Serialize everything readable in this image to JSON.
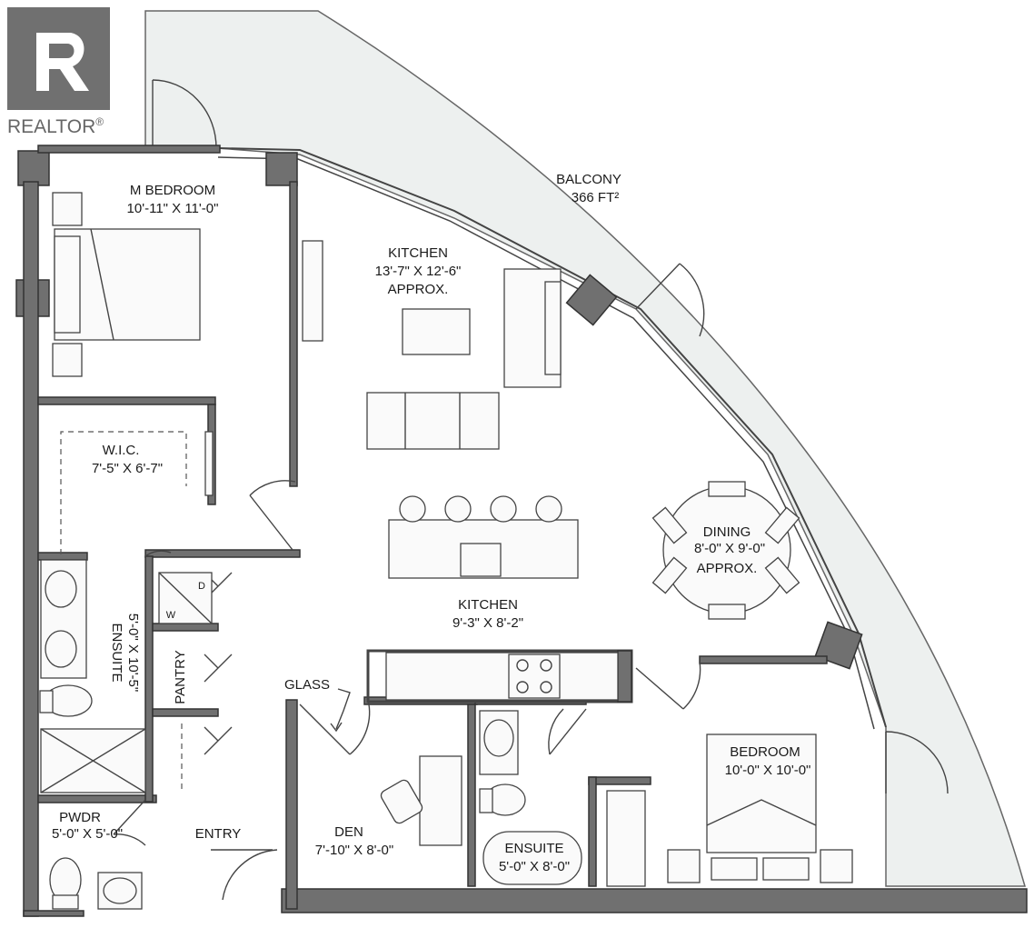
{
  "logo": {
    "brand": "REALTOR",
    "mark": "®"
  },
  "balcony": {
    "name": "BALCONY",
    "area": "366 FT²"
  },
  "rooms": {
    "m_bedroom": {
      "name": "M BEDROOM",
      "dims": "10'-11\" X 11'-0\""
    },
    "living": {
      "name": "KITCHEN",
      "dims": "13'-7\" X 12'-6\"",
      "note": "APPROX."
    },
    "wic": {
      "name": "W.I.C.",
      "dims": "7'-5\" X 6'-7\""
    },
    "dining": {
      "name": "DINING",
      "dims": "8'-0\" X 9'-0\"",
      "note": "APPROX."
    },
    "kitchen": {
      "name": "KITCHEN",
      "dims": "9'-3\" X 8'-2\""
    },
    "ensuite_main": {
      "label": "ENSUITE",
      "dims": "5'-0\" X 10'-5\""
    },
    "pantry": {
      "name": "PANTRY"
    },
    "laundry": {
      "washer": "W",
      "dryer": "D"
    },
    "glass": {
      "label": "GLASS"
    },
    "bedroom": {
      "name": "BEDROOM",
      "dims": "10'-0\" X 10'-0\""
    },
    "pwdr": {
      "name": "PWDR",
      "dims": "5'-0\" X 5'-0\""
    },
    "entry": {
      "name": "ENTRY"
    },
    "den": {
      "name": "DEN",
      "dims": "7'-10\" X 8'-0\""
    },
    "ensuite_2": {
      "name": "ENSUITE",
      "dims": "5'-0\" X 8'-0\""
    }
  },
  "colors": {
    "wall": "#707070",
    "balcony": "#edf0ef",
    "logo": "#707070"
  }
}
